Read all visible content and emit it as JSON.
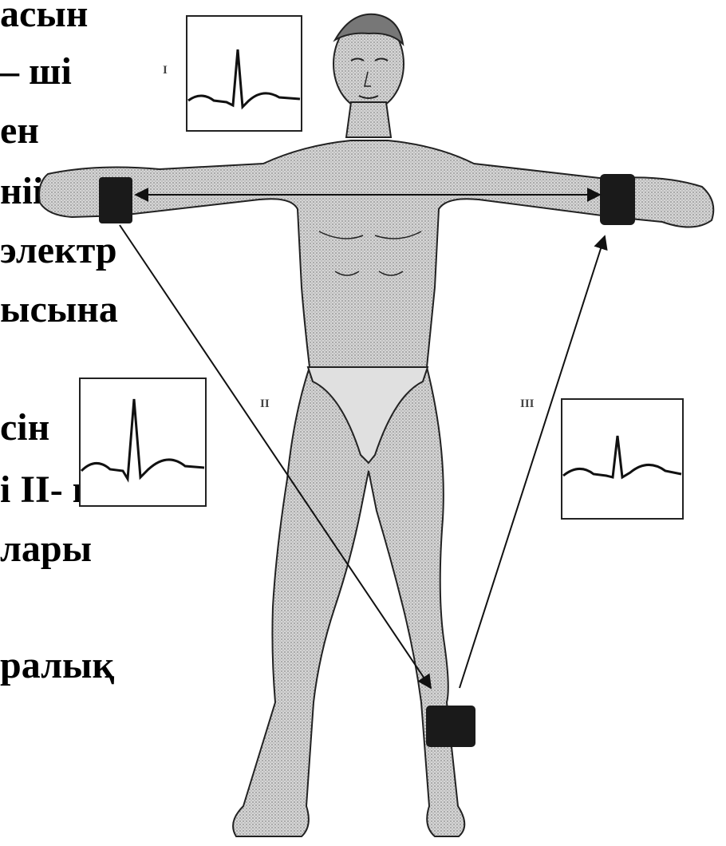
{
  "text_fragments": [
    "асын",
    "– ші",
    "ен",
    "ніің I-",
    "электр",
    "ысына",
    "сін",
    "і II- ші",
    "лары",
    "ралық"
  ],
  "lead_labels": {
    "lead_1": "I",
    "lead_2": "II",
    "lead_3": "III"
  },
  "colors": {
    "ink": "#000000",
    "body_fill": "#c8c8c8",
    "electrode": "#1a1a1a"
  }
}
